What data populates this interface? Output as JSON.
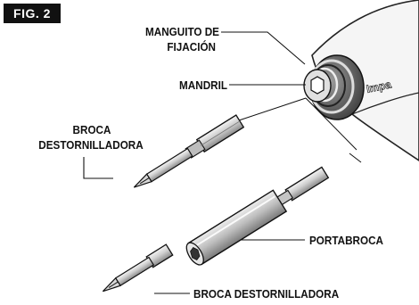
{
  "figure": {
    "badge": "FIG. 2",
    "labels": {
      "collar_line1": "MANGUITO DE",
      "collar_line2": "FIJACIÓN",
      "chuck": "MANDRIL",
      "bit_upper_line1": "BROCA",
      "bit_upper_line2": "DESTORNILLADORA",
      "holder": "PORTABROCA",
      "bit_lower": "BROCA DESTORNILLADORA"
    },
    "brand_mark": "Impact"
  }
}
